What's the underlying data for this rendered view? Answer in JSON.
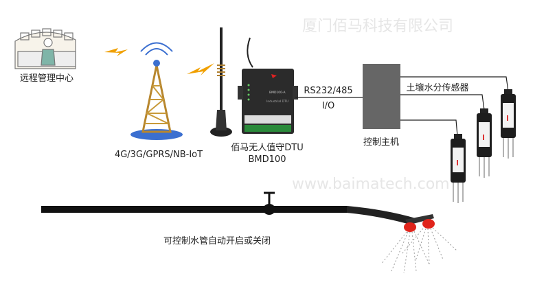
{
  "labels": {
    "center": "远程管理中心",
    "network": "4G/3G/GPRS/NB-IoT",
    "dtu_name": "佰马无人值守DTU",
    "dtu_model": "BMD100",
    "link_protocol": "RS232/485",
    "link_io": "I/O",
    "controller": "控制主机",
    "sensor": "土壤水分传感器",
    "pipe": "可控制水管自动开启或关闭"
  },
  "device": {
    "model_text": "BMD100-A",
    "subtitle": "Industrial DTU"
  },
  "watermark": {
    "company": "厦门佰马科技有限公司",
    "site": "www.baimatech.com"
  },
  "colors": {
    "controller": "#666666",
    "pipe": "#111111",
    "nozzle": "#e0241b",
    "lightning": "#f0a000",
    "tower": "#c89a3a"
  }
}
